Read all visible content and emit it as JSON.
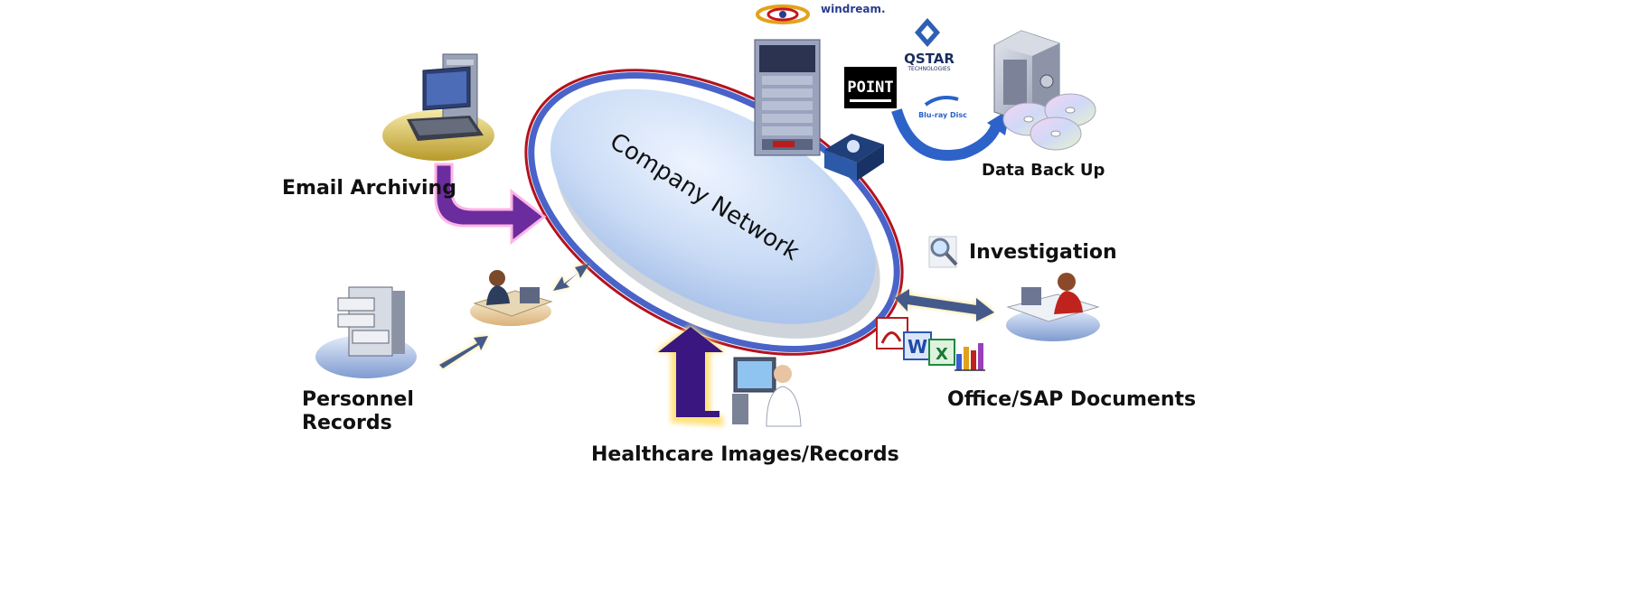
{
  "diagram": {
    "center_label": "Company Network",
    "labels": {
      "email_archiving": "Email Archiving",
      "data_back_up": "Data Back Up",
      "investigation": "Investigation",
      "personnel_line1": "Personnel",
      "personnel_line2": "Records",
      "office_sap": "Office/SAP Documents",
      "healthcare": "Healthcare Images/Records"
    },
    "logos": {
      "windream": "windream.",
      "qstar": "QSTAR",
      "qstar_sub": "TECHNOLOGIES",
      "point": "POINT",
      "bluray": "Blu-ray Disc"
    },
    "colors": {
      "network_fill": "#c9dbf5",
      "network_ring_blue": "#4a63c8",
      "network_ring_red": "#b3121e",
      "purple_arrow": "#6b2c9e",
      "indigo_arrow": "#3a1680",
      "slate_arrow": "#445a8a",
      "glow": "#f3c43a"
    }
  }
}
